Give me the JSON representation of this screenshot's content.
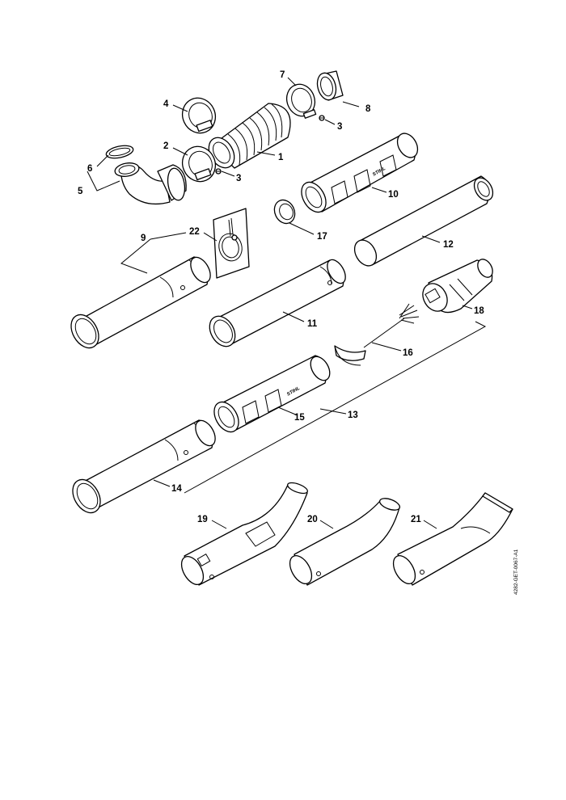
{
  "diagram": {
    "callouts": [
      "1",
      "2",
      "3",
      "3",
      "4",
      "5",
      "6",
      "7",
      "8",
      "9",
      "10",
      "11",
      "12",
      "13",
      "14",
      "15",
      "16",
      "17",
      "18",
      "19",
      "20",
      "21",
      "22"
    ],
    "brand_mark": "STIHL",
    "drawing_code": "4282-GET-0067-A1"
  }
}
